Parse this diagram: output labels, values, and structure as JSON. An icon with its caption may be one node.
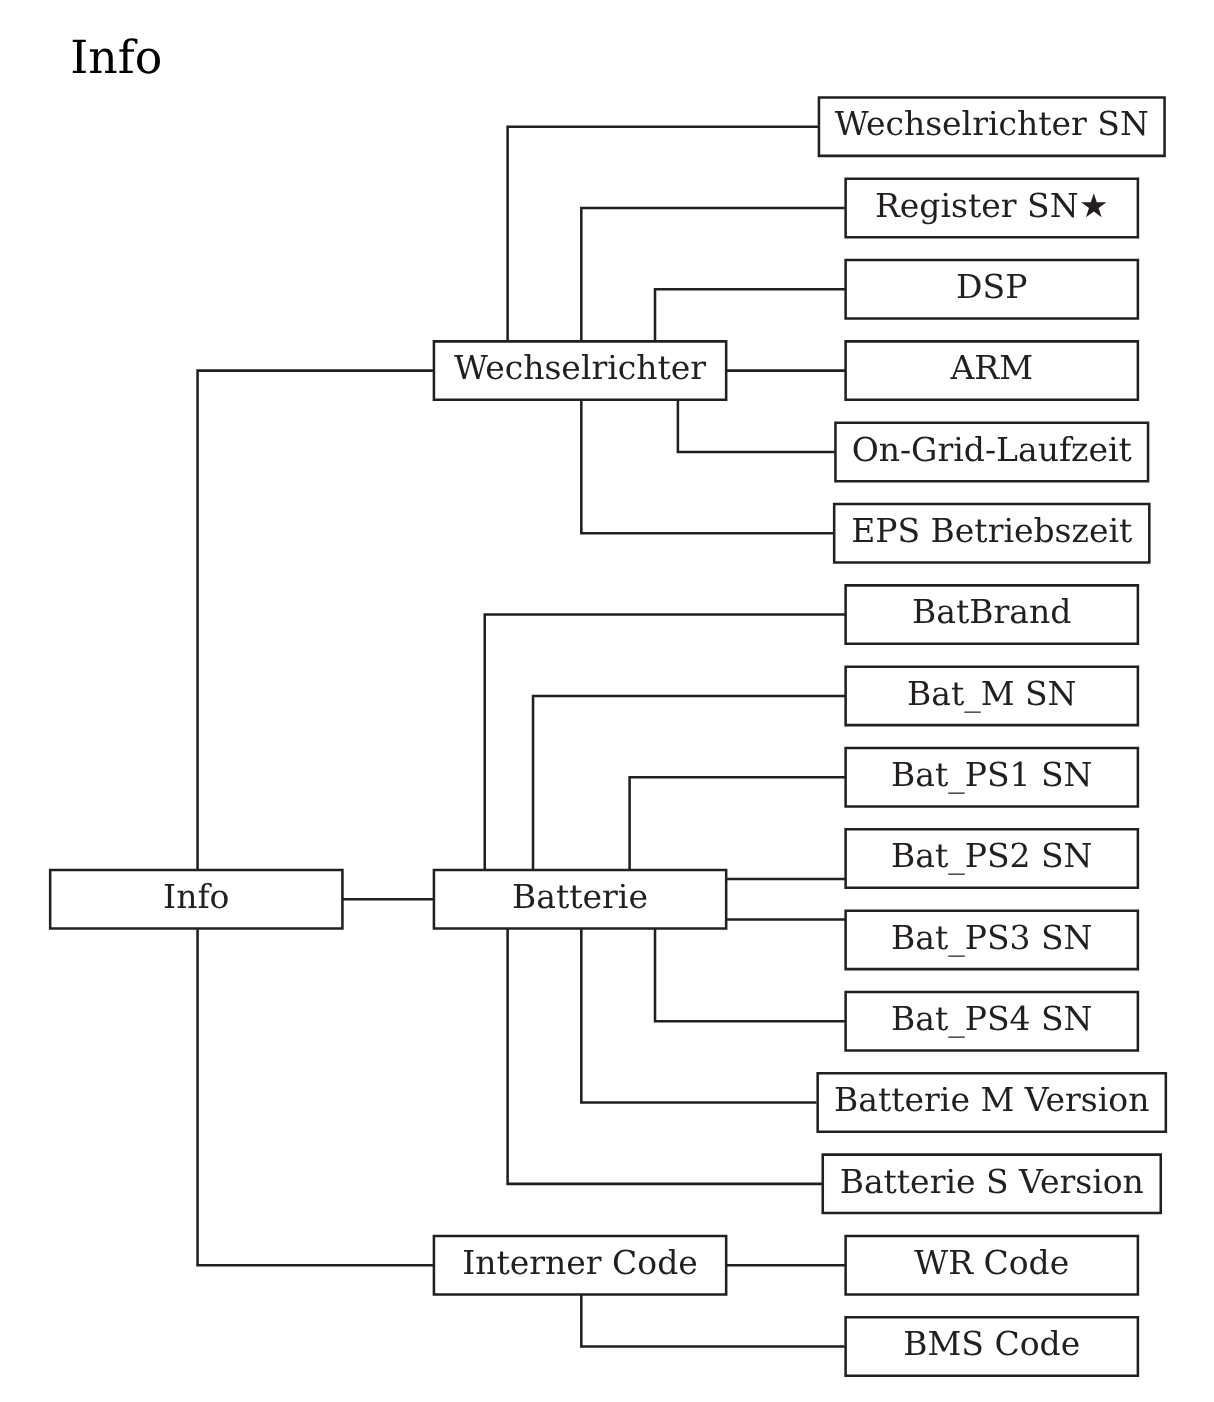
{
  "diagram": {
    "title": "Info",
    "nodes": [
      {
        "text": [
          "Info"
        ]
      },
      {
        "text": [
          "Wechselrichter"
        ]
      },
      {
        "text": [
          "Batterie"
        ]
      },
      {
        "text": [
          "Interner Code"
        ]
      },
      {
        "text": [
          "Wechselrichter SN"
        ]
      },
      {
        "text": [
          "Register SN★"
        ]
      },
      {
        "text": [
          "DSP"
        ]
      },
      {
        "text": [
          "ARM"
        ]
      },
      {
        "text": [
          "On-Grid-Laufzeit"
        ]
      },
      {
        "text": [
          "EPS Betriebszeit"
        ]
      },
      {
        "text": [
          "BatBrand"
        ]
      },
      {
        "text": [
          "Bat_M SN"
        ]
      },
      {
        "text": [
          "Bat_PS1 SN"
        ]
      },
      {
        "text": [
          "Bat_PS2 SN"
        ]
      },
      {
        "text": [
          "Bat_PS3 SN"
        ]
      },
      {
        "text": [
          "Bat_PS4 SN"
        ]
      },
      {
        "text": [
          "Batterie M Version"
        ]
      },
      {
        "text": [
          "Batterie S Version"
        ]
      },
      {
        "text": [
          "WR Code"
        ]
      },
      {
        "text": [
          "BMS Code"
        ]
      }
    ],
    "edges": [
      {
        "from": 0,
        "to": 1,
        "arrow": "none"
      },
      {
        "from": 0,
        "to": 2,
        "arrow": "none"
      },
      {
        "from": 0,
        "to": 3,
        "arrow": "none"
      },
      {
        "from": 1,
        "to": 4,
        "arrow": "none"
      },
      {
        "from": 1,
        "to": 5,
        "arrow": "none"
      },
      {
        "from": 1,
        "to": 6,
        "arrow": "none"
      },
      {
        "from": 1,
        "to": 7,
        "arrow": "none"
      },
      {
        "from": 1,
        "to": 8,
        "arrow": "none"
      },
      {
        "from": 1,
        "to": 9,
        "arrow": "none"
      },
      {
        "from": 2,
        "to": 10,
        "arrow": "none"
      },
      {
        "from": 2,
        "to": 11,
        "arrow": "none"
      },
      {
        "from": 2,
        "to": 12,
        "arrow": "none"
      },
      {
        "from": 2,
        "to": 13,
        "arrow": "none"
      },
      {
        "from": 2,
        "to": 14,
        "arrow": "none"
      },
      {
        "from": 2,
        "to": 15,
        "arrow": "none"
      },
      {
        "from": 2,
        "to": 16,
        "arrow": "none"
      },
      {
        "from": 2,
        "to": 17,
        "arrow": "none"
      },
      {
        "from": 3,
        "to": 18,
        "arrow": "none"
      },
      {
        "from": 3,
        "to": 19,
        "arrow": "none"
      }
    ]
  }
}
